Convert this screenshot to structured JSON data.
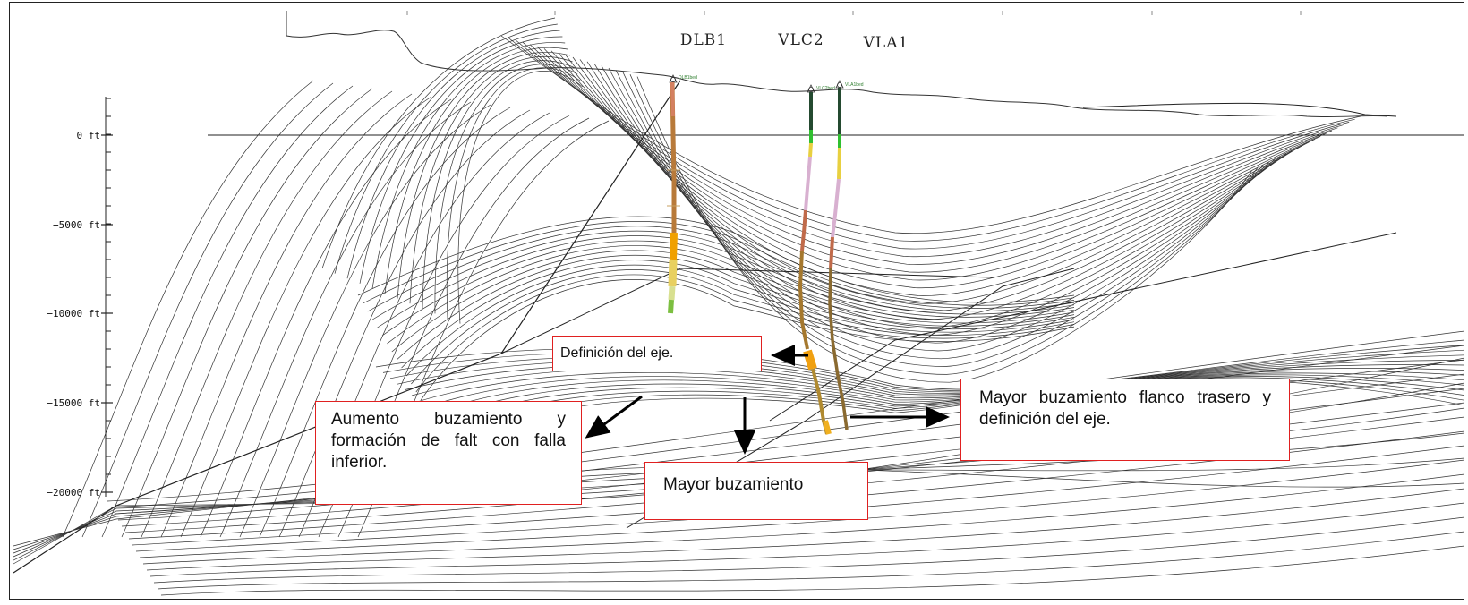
{
  "wells": [
    {
      "name": "DLB1",
      "tag": "DLB1bed"
    },
    {
      "name": "VLC2",
      "tag": "VLC2bed"
    },
    {
      "name": "VLA1",
      "tag": "VLA1bed"
    }
  ],
  "depth_axis": {
    "ticks": [
      {
        "label": "0 ft",
        "value": 0
      },
      {
        "label": "−5000 ft",
        "value": -5000
      },
      {
        "label": "−10000 ft",
        "value": -10000
      },
      {
        "label": "−15000 ft",
        "value": -15000
      },
      {
        "label": "−20000 ft",
        "value": -20000
      }
    ]
  },
  "annotations": {
    "eje": "Definición del eje.",
    "aumento": "Aumento buzamiento y formación de falt con falla inferior.",
    "mayor": "Mayor buzamiento",
    "flanco": "Mayor buzamiento flanco trasero y definición del eje."
  },
  "colors": {
    "callout_border": "#e02020",
    "section_lines": "#333333",
    "axis": "#222222"
  }
}
